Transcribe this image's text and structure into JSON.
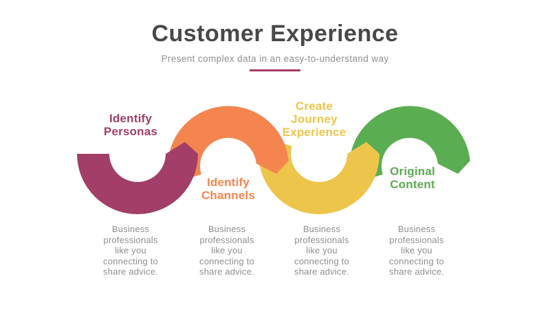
{
  "header": {
    "title": "Customer Experience",
    "subtitle": "Present complex data in an easy-to-understand way",
    "underline_color": "#a73a64"
  },
  "text_colors": {
    "title": "#484848",
    "body": "#8f8f8f"
  },
  "wave": {
    "segments": [
      {
        "id": "identify-personas",
        "label": "Identify\nPersonas",
        "color": "#a23e68",
        "description": "Business\nprofessionals\nlike you\nconnecting to\nshare advice."
      },
      {
        "id": "identify-channels",
        "label": "Identify\nChannels",
        "color": "#f5854e",
        "description": "Business\nprofessionals\nlike you\nconnecting to\nshare advice."
      },
      {
        "id": "create-journey-experience",
        "label": "Create\nJourney\nExperience",
        "color": "#edc54b",
        "description": "Business\nprofessionals\nlike you\nconnecting to\nshare advice."
      },
      {
        "id": "original-content",
        "label": "Original\nContent",
        "color": "#5bad52",
        "description": "Business\nprofessionals\nlike you\nconnecting to\nshare advice."
      }
    ]
  }
}
